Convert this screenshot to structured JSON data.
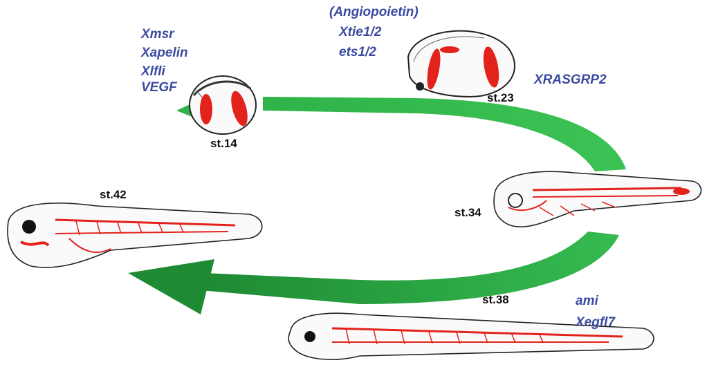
{
  "colors": {
    "gene_text": "#3a4aa0",
    "arrow_green": "#2fb34a",
    "arrow_green_dark": "#1f8f36",
    "vessel_red": "#e3221b"
  },
  "gene_groups": {
    "early": [
      "Xmsr",
      "Xapelin",
      "Xlfli",
      "VEGF"
    ],
    "st23": [
      "(Angiopoietin)",
      "Xtie1/2",
      "ets1/2"
    ],
    "mid": [
      "XRASGRP2"
    ],
    "late": [
      "ami",
      "Xegfl7"
    ]
  },
  "stages": {
    "st14": "st.14",
    "st23": "st.23",
    "st34": "st.34",
    "st38": "st.38",
    "st42": "st.42"
  }
}
